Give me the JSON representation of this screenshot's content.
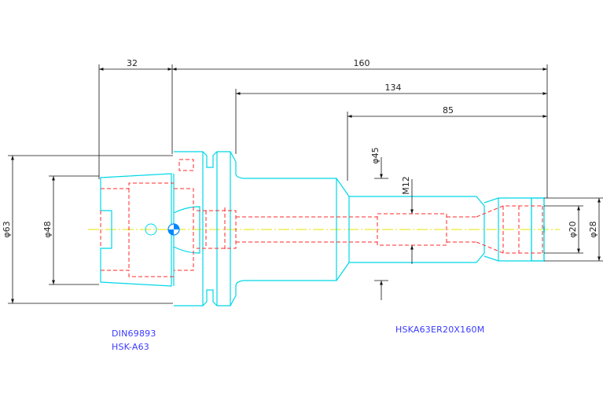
{
  "colors": {
    "outline": "#00d7e6",
    "hidden": "#ff2a2a",
    "dimension": "#111111",
    "centerline": "#e6e600",
    "notes": "#3a3aff",
    "center_mark": "#0088ff"
  },
  "dimensions": {
    "d32": "32",
    "d160": "160",
    "d134": "134",
    "d85": "85",
    "dia63": "φ63",
    "dia48": "φ48",
    "dia45": "φ45",
    "m12": "M12",
    "dia20": "φ20",
    "dia28": "φ28"
  },
  "notes": {
    "standard": "DIN69893",
    "interface": "HSK-A63",
    "model": "HSKA63ER20X160M"
  }
}
